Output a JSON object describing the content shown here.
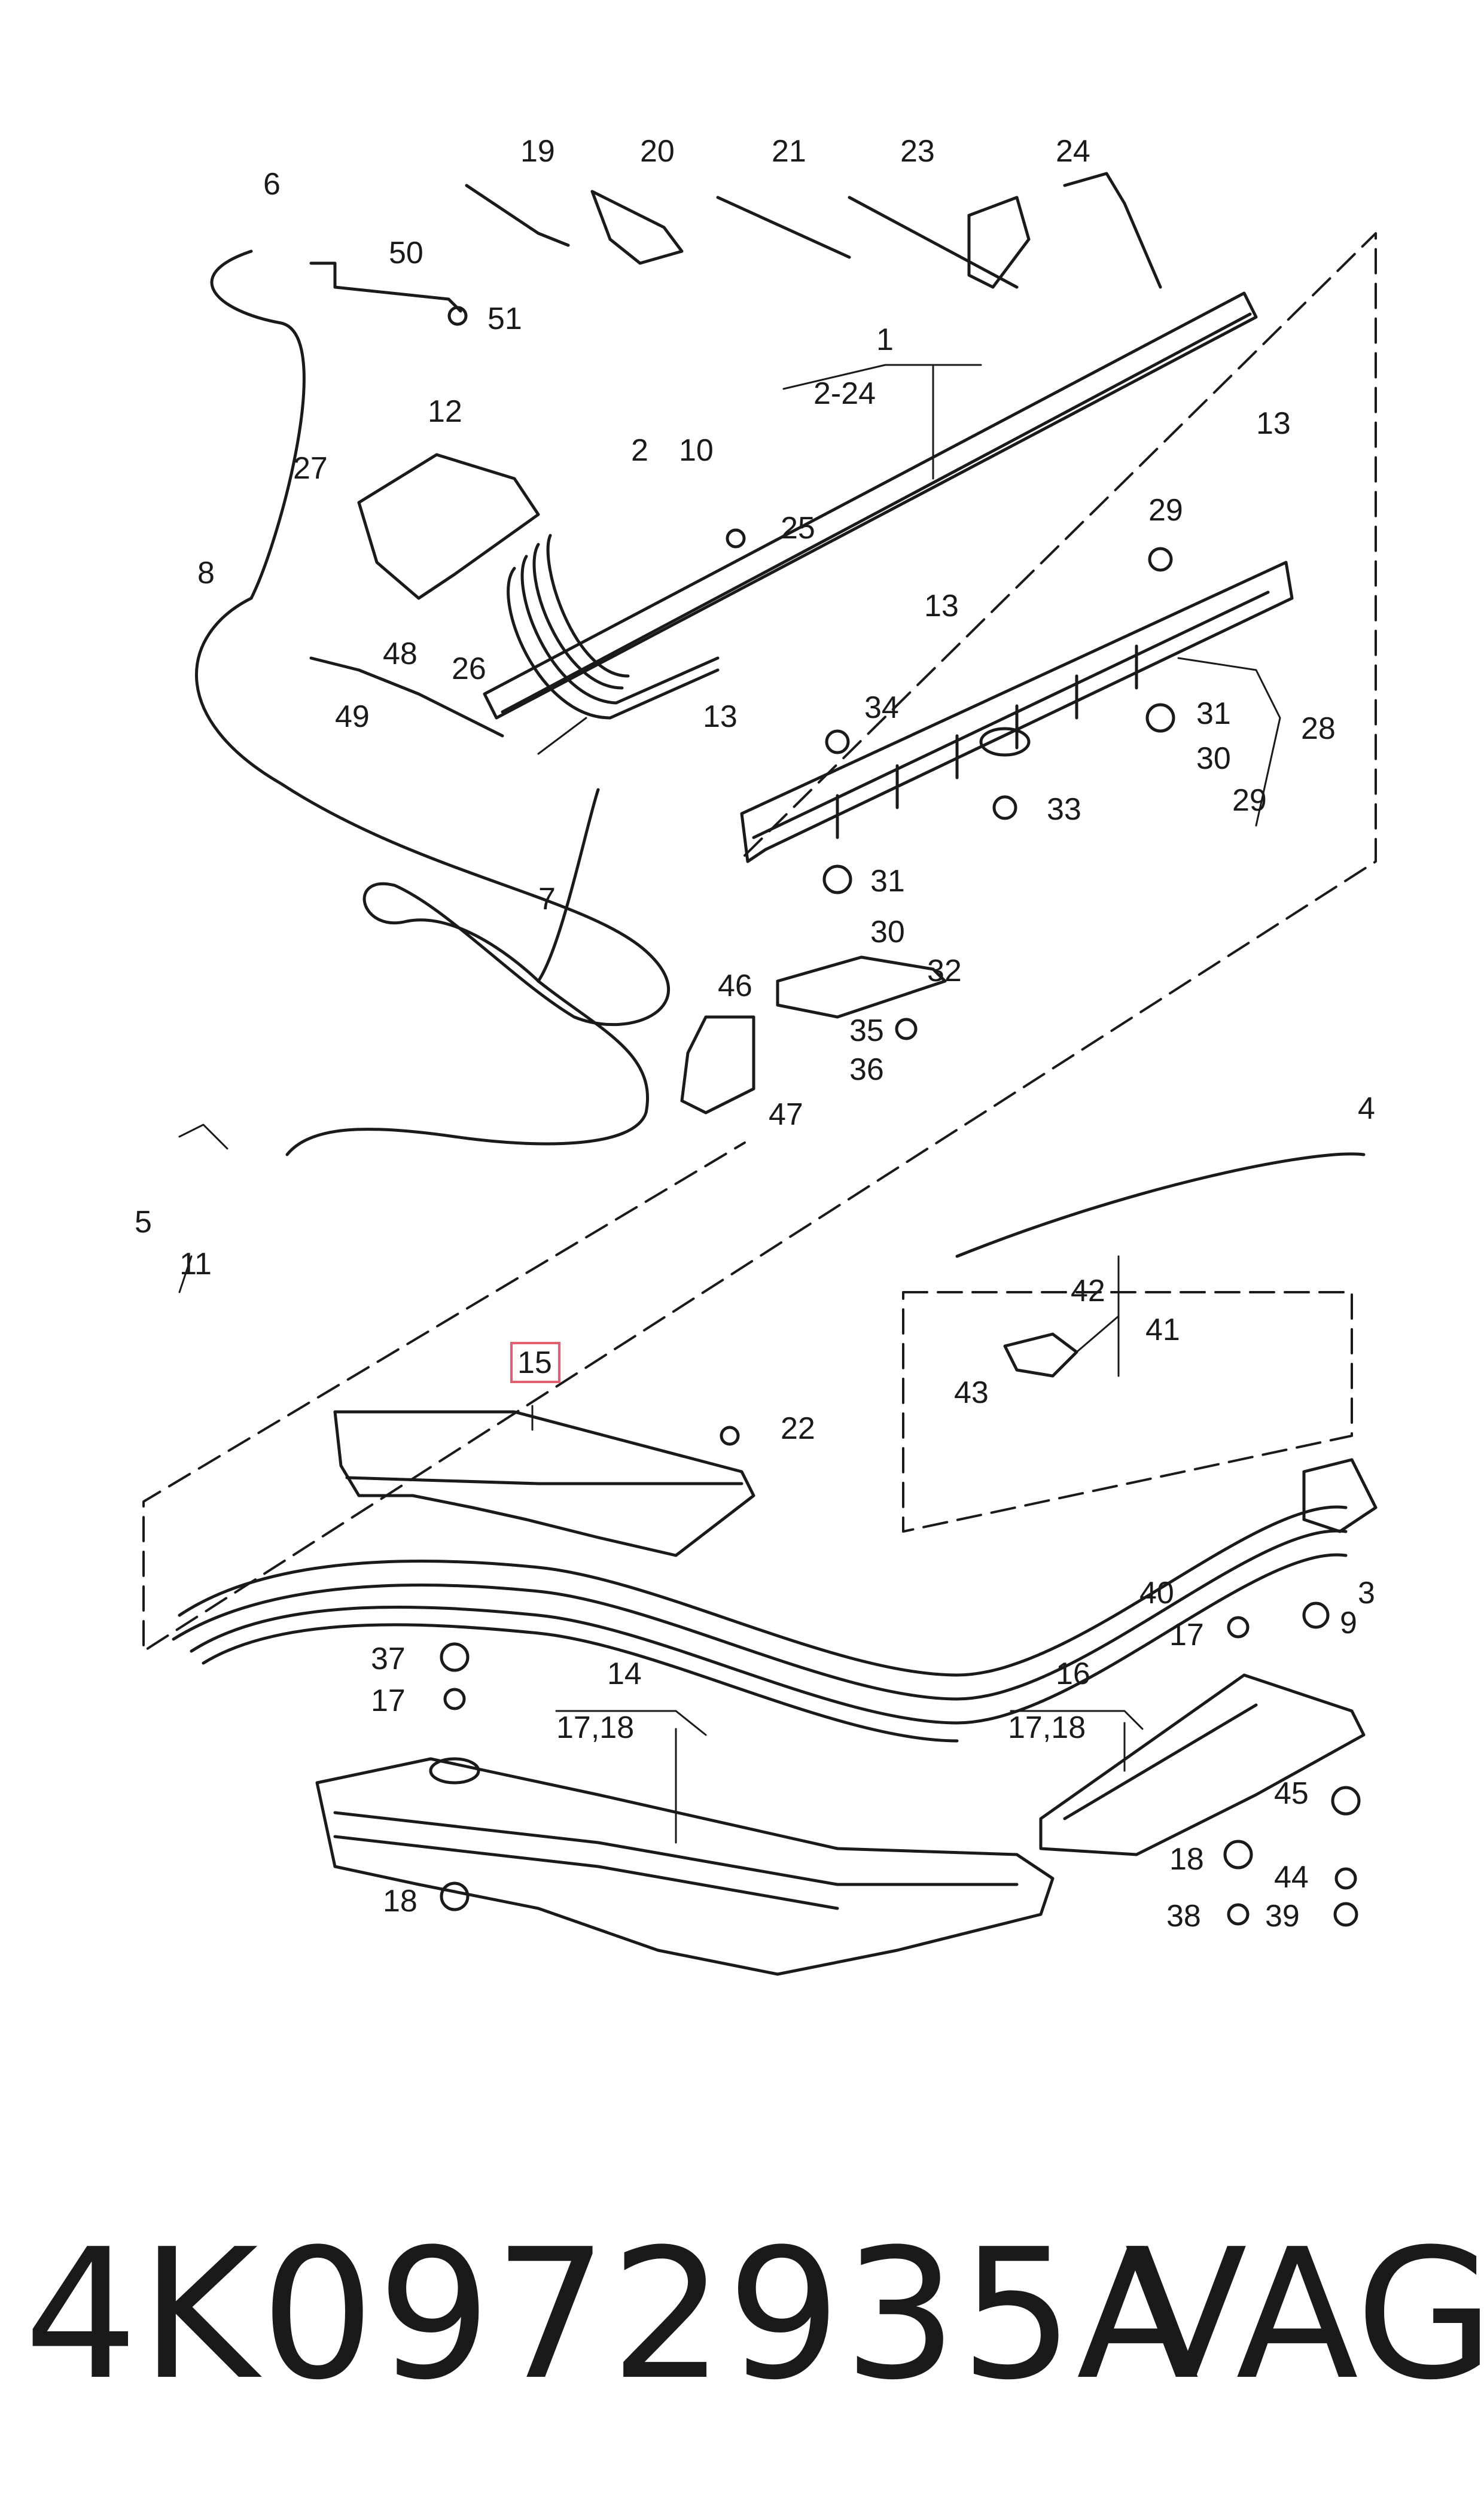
{
  "callouts": {
    "c1": "1",
    "c1_range": "2-24",
    "c2": "2",
    "c3": "3",
    "c4": "4",
    "c5": "5",
    "c6": "6",
    "c7": "7",
    "c8": "8",
    "c9": "9",
    "c10": "10",
    "c11": "11",
    "c12": "12",
    "c13a": "13",
    "c13b": "13",
    "c13c": "13",
    "c14": "14",
    "c14_range": "17,18",
    "c15": "15",
    "c16": "16",
    "c16_range": "17,18",
    "c17a": "17",
    "c17b": "17",
    "c18a": "18",
    "c18b": "18",
    "c19": "19",
    "c20": "20",
    "c21": "21",
    "c22": "22",
    "c23": "23",
    "c24": "24",
    "c25": "25",
    "c26": "26",
    "c27": "27",
    "c28": "28",
    "c29a": "29",
    "c29b": "29",
    "c30a": "30",
    "c30b": "30",
    "c31a": "31",
    "c31b": "31",
    "c32": "32",
    "c33": "33",
    "c34": "34",
    "c35": "35",
    "c36": "36",
    "c37": "37",
    "c38": "38",
    "c39": "39",
    "c40": "40",
    "c41": "41",
    "c42": "42",
    "c43": "43",
    "c44": "44",
    "c45": "45",
    "c46": "46",
    "c47": "47",
    "c48": "48",
    "c49": "49",
    "c50": "50",
    "c51": "51"
  },
  "highlight_color": "#e06070",
  "part_number": "4K0972935A",
  "brand": "VAG"
}
